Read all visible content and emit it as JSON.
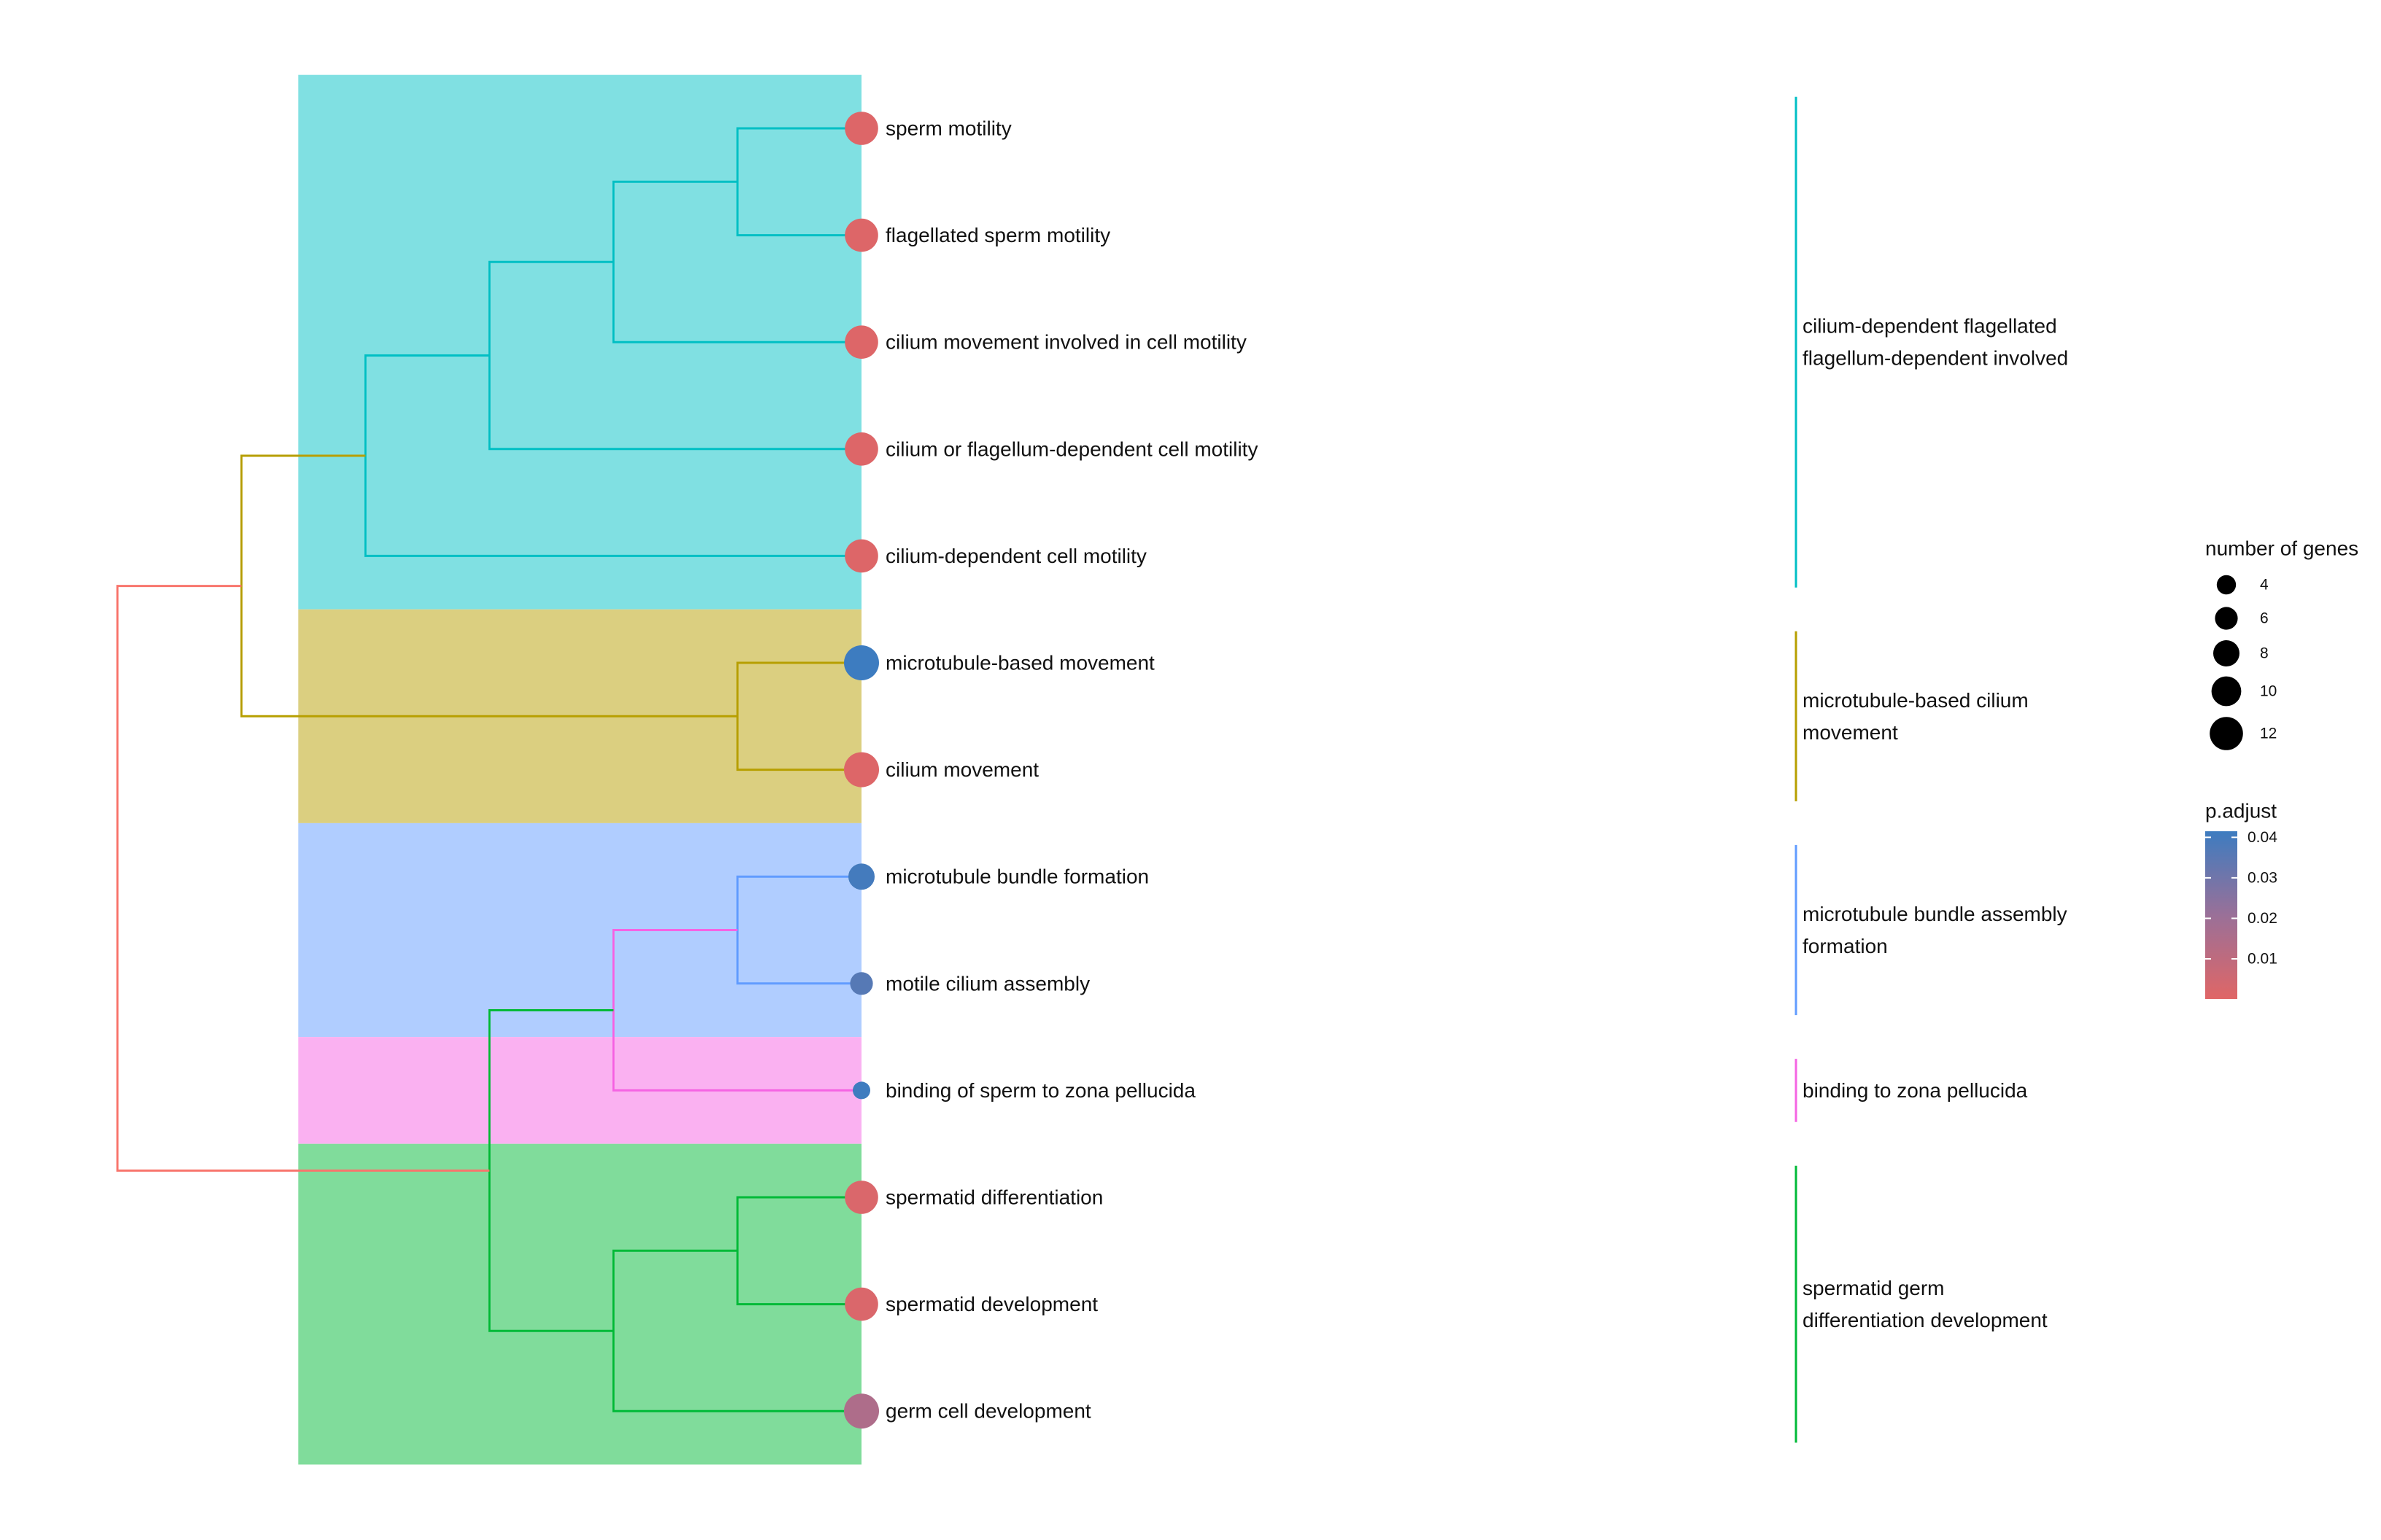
{
  "chart_data": {
    "type": "treeplot",
    "x_axis": null,
    "terms": [
      {
        "label": "sperm motility",
        "cluster": 0,
        "count": 12,
        "p_adjust": 0.001
      },
      {
        "label": "flagellated sperm motility",
        "cluster": 0,
        "count": 12,
        "p_adjust": 0.001
      },
      {
        "label": "cilium movement involved in cell motility",
        "cluster": 0,
        "count": 12,
        "p_adjust": 0.001
      },
      {
        "label": "cilium or flagellum-dependent cell motility",
        "cluster": 0,
        "count": 12,
        "p_adjust": 0.001
      },
      {
        "label": "cilium-dependent cell motility",
        "cluster": 0,
        "count": 12,
        "p_adjust": 0.001
      },
      {
        "label": "microtubule-based movement",
        "cluster": 1,
        "count": 13,
        "p_adjust": 0.042
      },
      {
        "label": "cilium movement",
        "cluster": 1,
        "count": 13,
        "p_adjust": 0.001
      },
      {
        "label": "microtubule bundle formation",
        "cluster": 2,
        "count": 8,
        "p_adjust": 0.04
      },
      {
        "label": "motile cilium assembly",
        "cluster": 2,
        "count": 6,
        "p_adjust": 0.036
      },
      {
        "label": "binding of sperm to zona pellucida",
        "cluster": 3,
        "count": 3,
        "p_adjust": 0.041
      },
      {
        "label": "spermatid differentiation",
        "cluster": 4,
        "count": 12,
        "p_adjust": 0.002
      },
      {
        "label": "spermatid development",
        "cluster": 4,
        "count": 12,
        "p_adjust": 0.002
      },
      {
        "label": "germ cell development",
        "cluster": 4,
        "count": 13,
        "p_adjust": 0.015
      }
    ],
    "clusters": [
      {
        "label_lines": [
          "cilium-dependent flagellated",
          "flagellum-dependent involved"
        ],
        "color": "#00BFC4",
        "fill": "#80E0E2"
      },
      {
        "label_lines": [
          "microtubule-based cilium",
          "movement"
        ],
        "color": "#B79F00",
        "fill": "#DBCF80"
      },
      {
        "label_lines": [
          "microtubule bundle assembly",
          "formation"
        ],
        "color": "#619CFF",
        "fill": "#B0CDFF"
      },
      {
        "label_lines": [
          "binding to zona pellucida"
        ],
        "color": "#F564E3",
        "fill": "#FAB1F1"
      },
      {
        "label_lines": [
          "spermatid germ",
          "differentiation development"
        ],
        "color": "#00BA38",
        "fill": "#80DC9B"
      }
    ],
    "dendrogram": {
      "root_color": "#F8766D",
      "merges": [
        {
          "left": [
            "t0"
          ],
          "right": [
            "t1"
          ],
          "height": 1,
          "color": "#00BFC4",
          "id": "n1"
        },
        {
          "left": [
            "n1"
          ],
          "right": [
            "t2"
          ],
          "height": 2,
          "color": "#00BFC4",
          "id": "n2"
        },
        {
          "left": [
            "n2"
          ],
          "right": [
            "t3"
          ],
          "height": 3,
          "color": "#00BFC4",
          "id": "n3"
        },
        {
          "left": [
            "n3"
          ],
          "right": [
            "t4"
          ],
          "height": 4,
          "color": "#00BFC4",
          "id": "n4"
        },
        {
          "left": [
            "t5"
          ],
          "right": [
            "t6"
          ],
          "height": 1,
          "color": "#B79F00",
          "id": "n5"
        },
        {
          "left": [
            "n4"
          ],
          "right": [
            "n5"
          ],
          "height": 5,
          "color": "#B79F00",
          "id": "n6"
        },
        {
          "left": [
            "t7"
          ],
          "right": [
            "t8"
          ],
          "height": 1,
          "color": "#619CFF",
          "id": "n7"
        },
        {
          "left": [
            "n7"
          ],
          "right": [
            "t9"
          ],
          "height": 2,
          "color": "#F564E3",
          "id": "n8"
        },
        {
          "left": [
            "t10"
          ],
          "right": [
            "t11"
          ],
          "height": 1,
          "color": "#00BA38",
          "id": "n9"
        },
        {
          "left": [
            "n9"
          ],
          "right": [
            "t12"
          ],
          "height": 2,
          "color": "#00BA38",
          "id": "n10"
        },
        {
          "left": [
            "n8"
          ],
          "right": [
            "n10"
          ],
          "height": 3,
          "color": "#00BA38",
          "id": "n11"
        },
        {
          "left": [
            "n6"
          ],
          "right": [
            "n11"
          ],
          "height": 6,
          "color": "#F8766D",
          "id": "n12"
        }
      ]
    },
    "legend_size": {
      "title": "number of genes",
      "values": [
        4,
        6,
        8,
        10,
        12
      ]
    },
    "legend_color": {
      "title": "p.adjust",
      "ticks": [
        0.01,
        0.02,
        0.03,
        0.04
      ],
      "low_color": "#E06666",
      "high_color": "#3D7CC0",
      "min": 0.0001,
      "max": 0.0415
    },
    "grid": false,
    "legend_position": "right"
  }
}
